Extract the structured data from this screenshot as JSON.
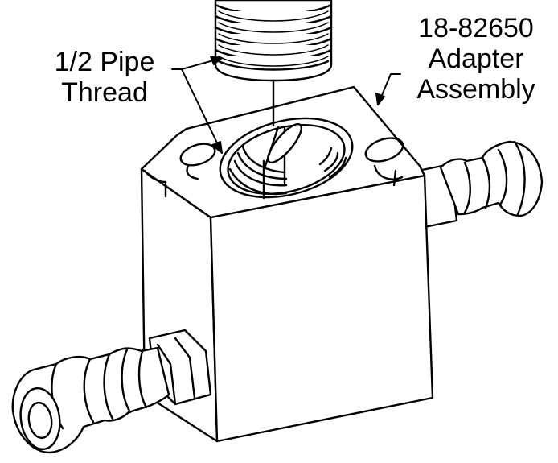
{
  "labels": {
    "pipe_thread": [
      "1/2 Pipe",
      "Thread"
    ],
    "adapter_assembly": [
      "18-82650",
      "Adapter",
      "Assembly"
    ]
  },
  "colors": {
    "ink": "#000000",
    "paper": "#ffffff"
  }
}
